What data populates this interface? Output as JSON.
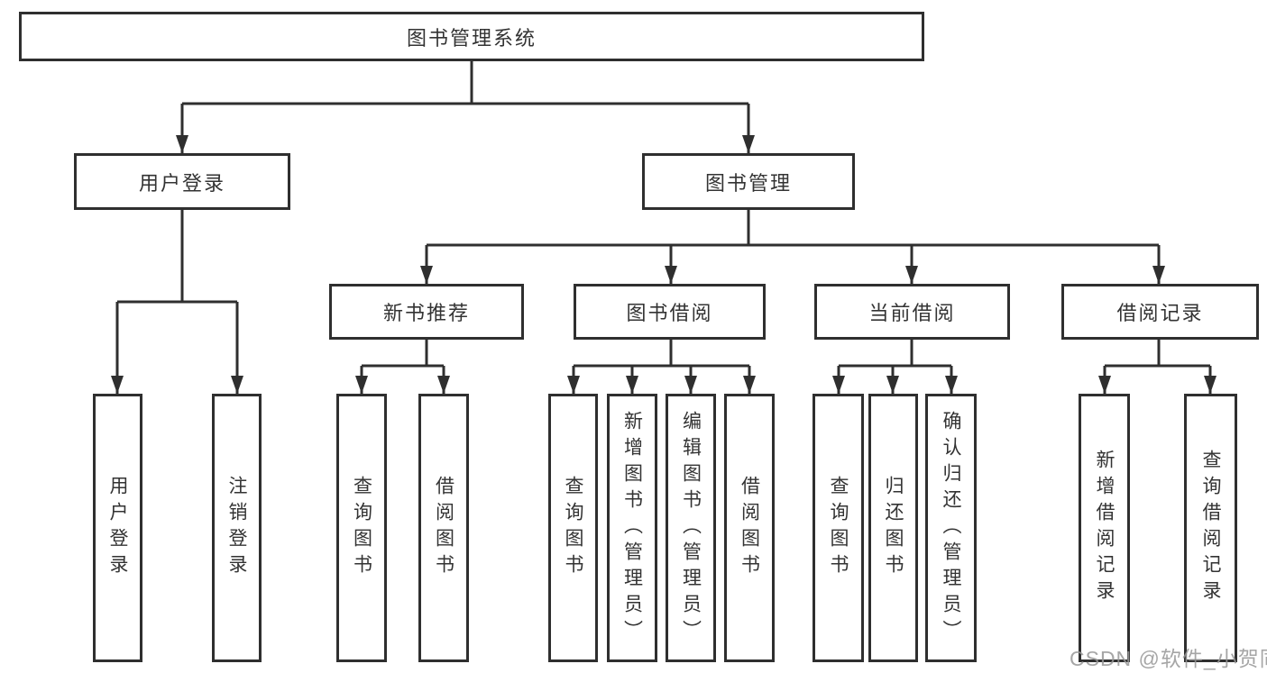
{
  "diagram_type": "hierarchy-tree",
  "colors": {
    "line": "#2f2f2f",
    "box_border": "#2f2f2f",
    "text": "#333333",
    "background": "#ffffff",
    "watermark": "#969696"
  },
  "nodes": {
    "root": "图书管理系统",
    "level2": [
      "用户登录",
      "图书管理"
    ],
    "level3": [
      "新书推荐",
      "图书借阅",
      "当前借阅",
      "借阅记录"
    ],
    "level4": [
      "用户登录",
      "注销登录",
      "查询图书",
      "借阅图书",
      "查询图书",
      "新增图书（管理员）",
      "编辑图书（管理员）",
      "借阅图书",
      "查询图书",
      "归还图书",
      "确认归还（管理员）",
      "新增借阅记录",
      "查询借阅记录"
    ]
  },
  "hierarchy": {
    "图书管理系统": [
      "用户登录",
      "图书管理"
    ],
    "用户登录": [
      "用户登录",
      "注销登录"
    ],
    "图书管理": [
      "新书推荐",
      "图书借阅",
      "当前借阅",
      "借阅记录"
    ],
    "新书推荐": [
      "查询图书",
      "借阅图书"
    ],
    "图书借阅": [
      "查询图书",
      "新增图书（管理员）",
      "编辑图书（管理员）",
      "借阅图书"
    ],
    "当前借阅": [
      "查询图书",
      "归还图书",
      "确认归还（管理员）"
    ],
    "借阅记录": [
      "新增借阅记录",
      "查询借阅记录"
    ]
  },
  "watermark": "CSDN @软件_小贺同学"
}
